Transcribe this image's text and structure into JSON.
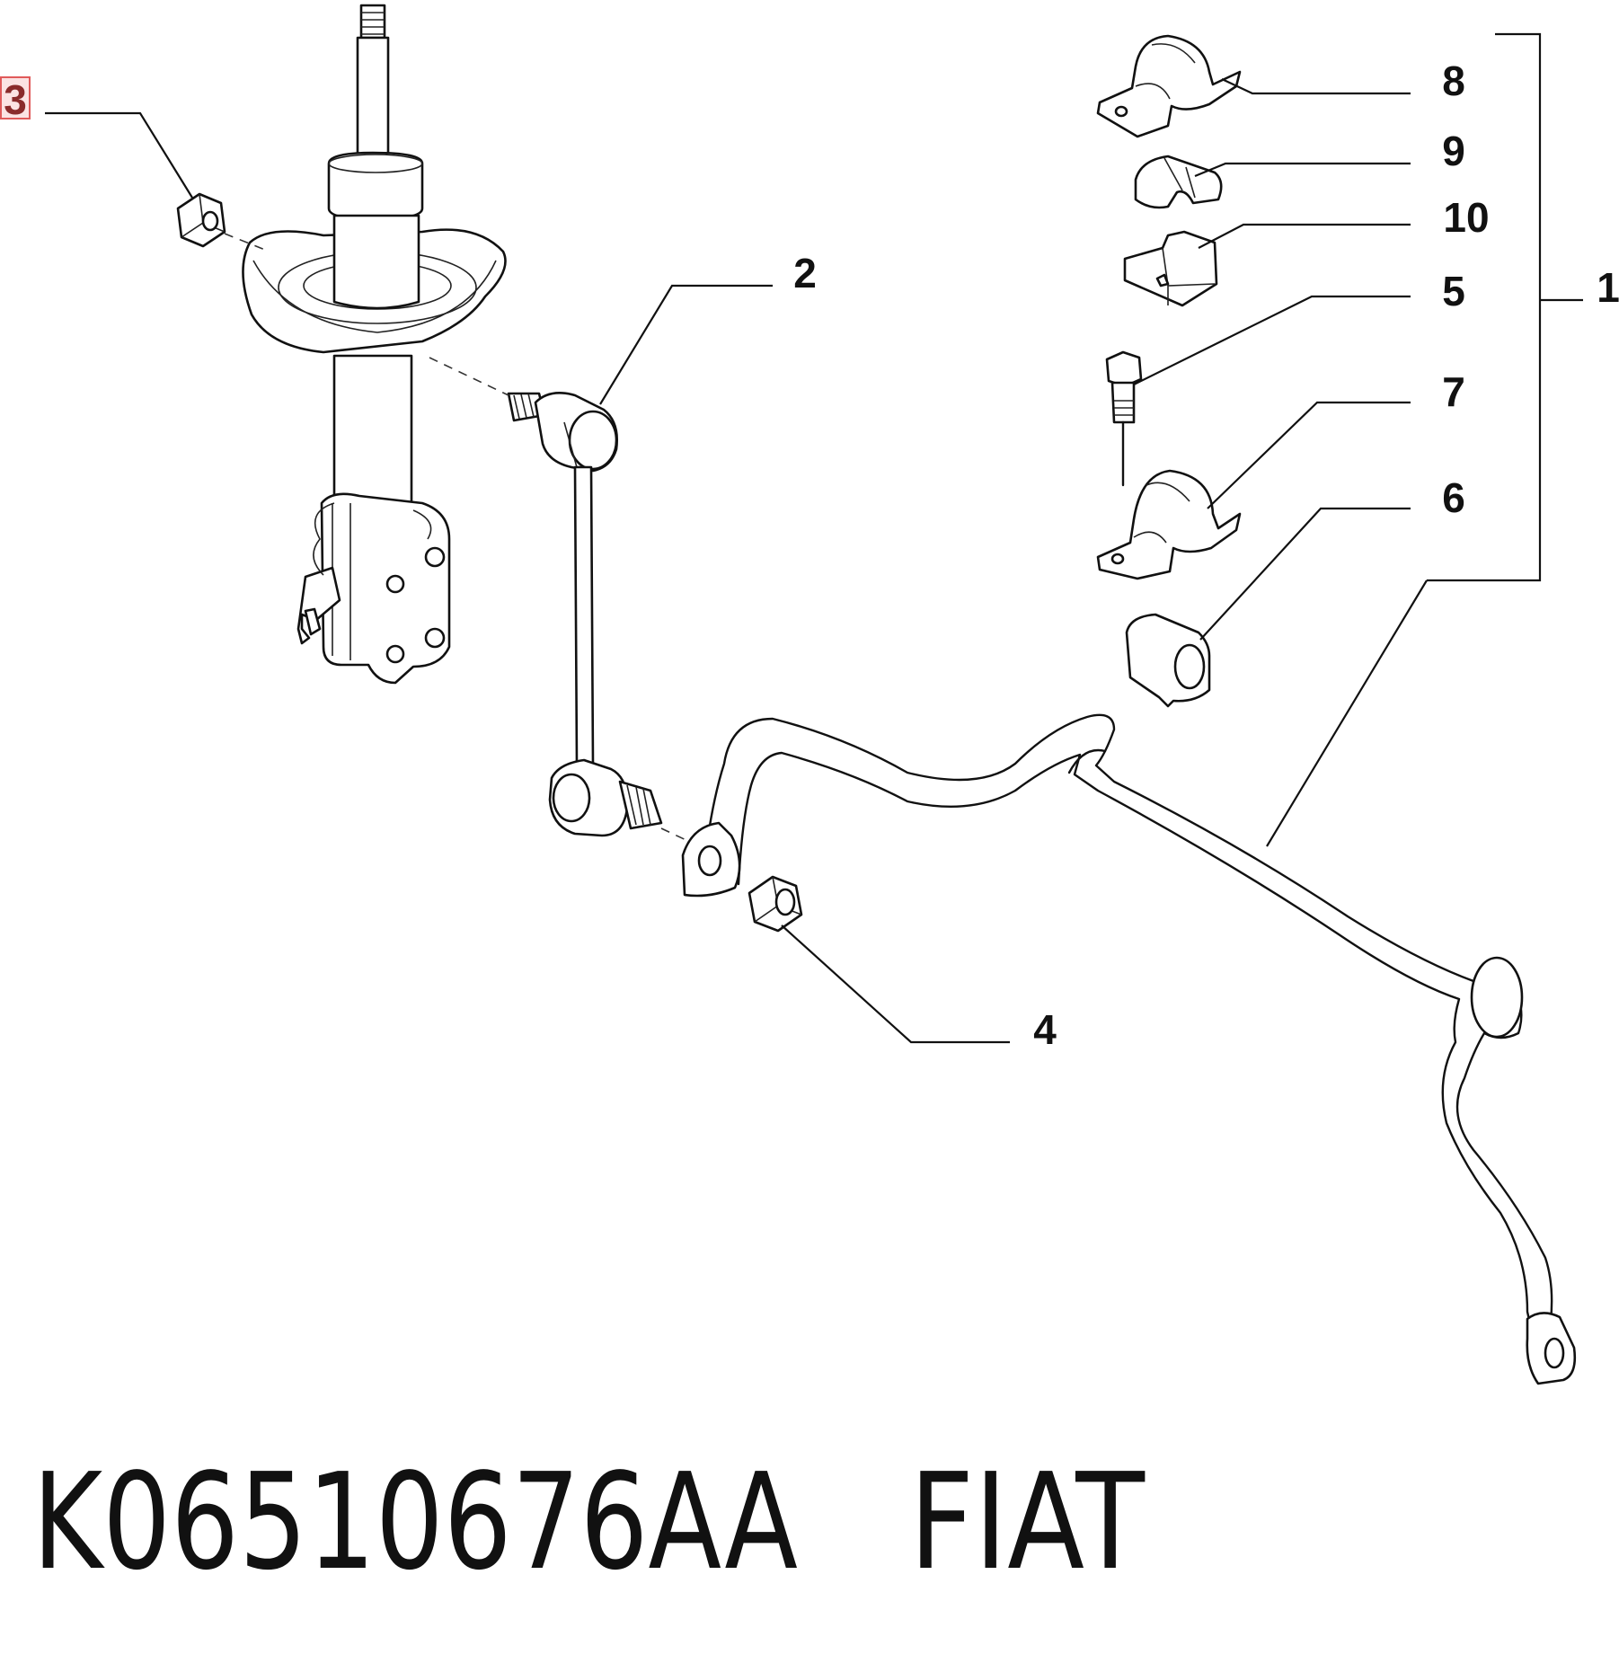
{
  "callouts": {
    "c1": "1",
    "c2": "2",
    "c3": "3",
    "c4": "4",
    "c5": "5",
    "c6": "6",
    "c7": "7",
    "c8": "8",
    "c9": "9",
    "c10": "10"
  },
  "caption": {
    "part_number": "K06510676AA",
    "brand": "FIAT"
  },
  "colors": {
    "line": "#111111",
    "highlight_border": "#e05a5a",
    "highlight_fill": "#fbe3e3",
    "highlight_text": "#8a2b2b"
  }
}
